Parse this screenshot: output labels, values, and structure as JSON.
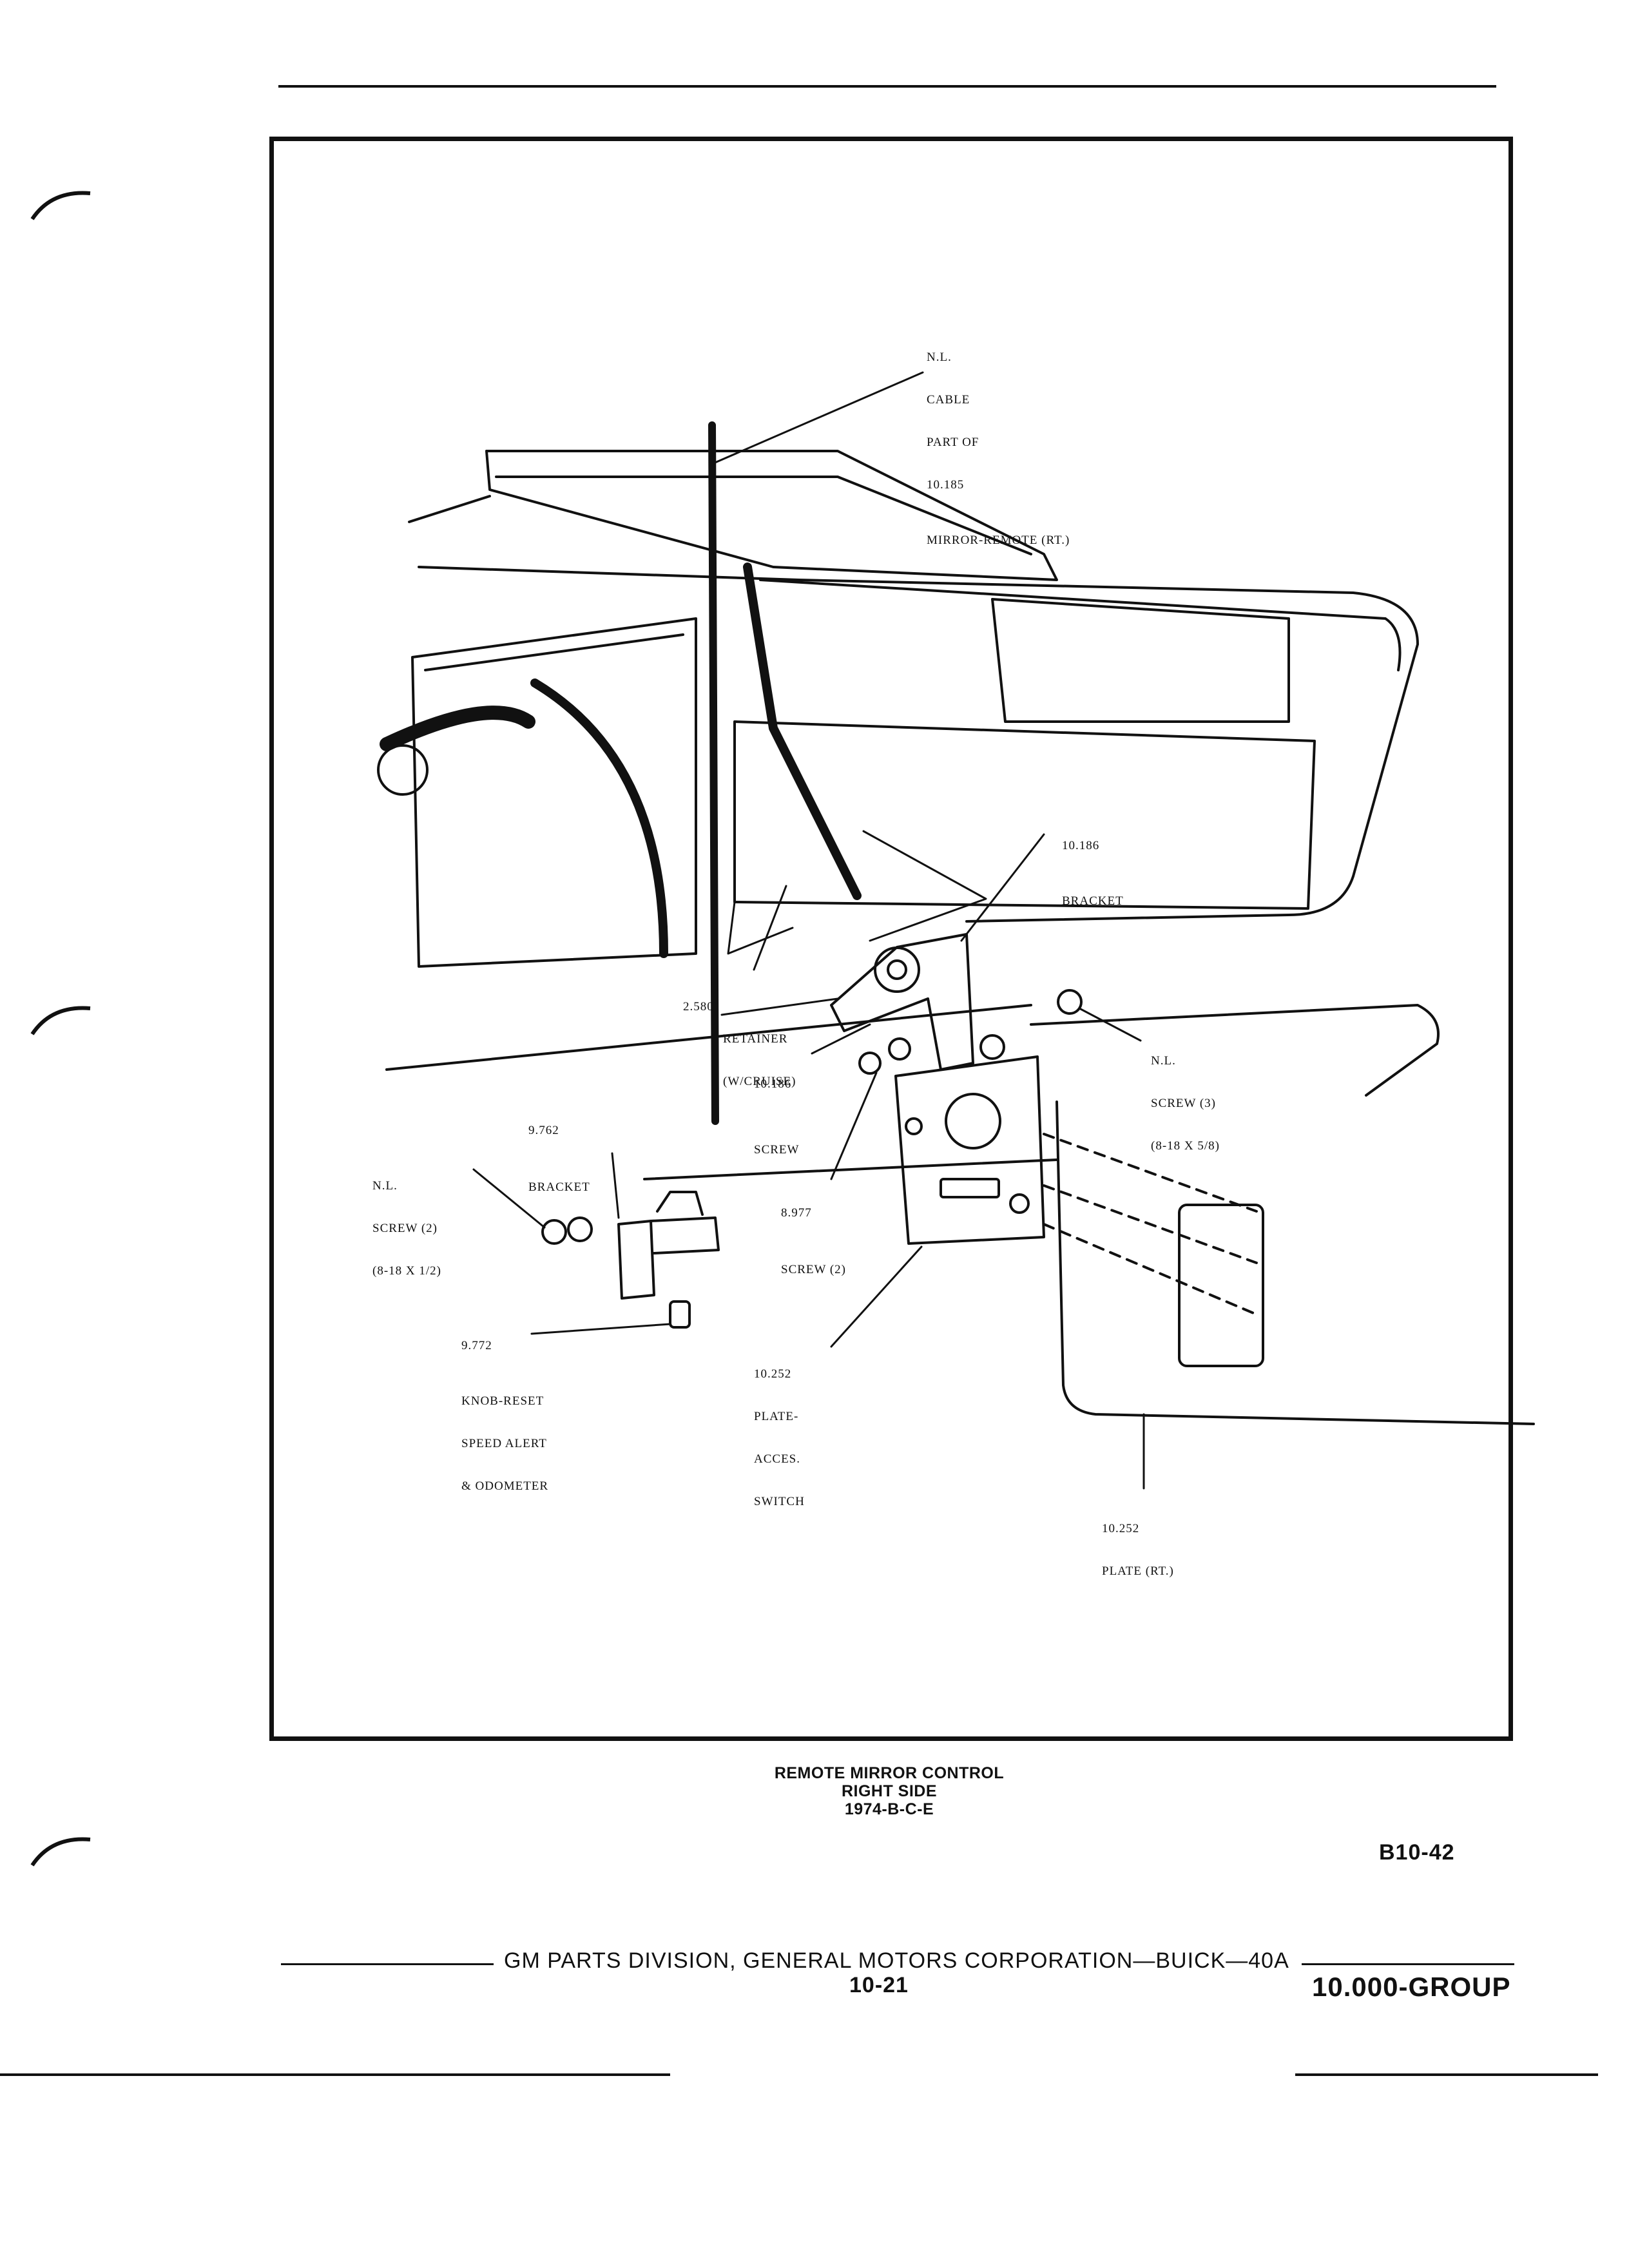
{
  "callouts": {
    "cable": [
      "N.L.",
      "CABLE",
      "PART OF",
      "10.185",
      "MIRROR-REMOTE (RT.)"
    ],
    "bracket_top": [
      "10.186",
      "BRACKET"
    ],
    "retainer": [
      "2.580",
      "RETAINER",
      "(W/CRUISE)"
    ],
    "screw_186": [
      "10.186",
      "SCREW"
    ],
    "screw_nl3": [
      "N.L.",
      "SCREW (3)",
      "(8-18 x 5/8)"
    ],
    "bracket_9762": [
      "9.762",
      "BRACKET"
    ],
    "screw_nl2": [
      "N.L.",
      "SCREW (2)",
      "(8-18 x 1/2)"
    ],
    "screw_8977": [
      "8.977",
      "SCREW (2)"
    ],
    "knob": [
      "9.772",
      "KNOB-RESET",
      "SPEED ALERT",
      "& ODOMETER"
    ],
    "plate_acces": [
      "10.252",
      "PLATE-",
      "ACCES.",
      "SWITCH"
    ],
    "plate_rt": [
      "10.252",
      "PLATE (RT.)"
    ]
  },
  "caption": [
    "REMOTE MIRROR CONTROL",
    "RIGHT SIDE",
    "1974-B-C-E"
  ],
  "figure_code": "B10-42",
  "footer": {
    "publisher": "GM PARTS DIVISION, GENERAL MOTORS CORPORATION—BUICK—40A",
    "page": "10-21",
    "group": "10.000-GROUP"
  }
}
